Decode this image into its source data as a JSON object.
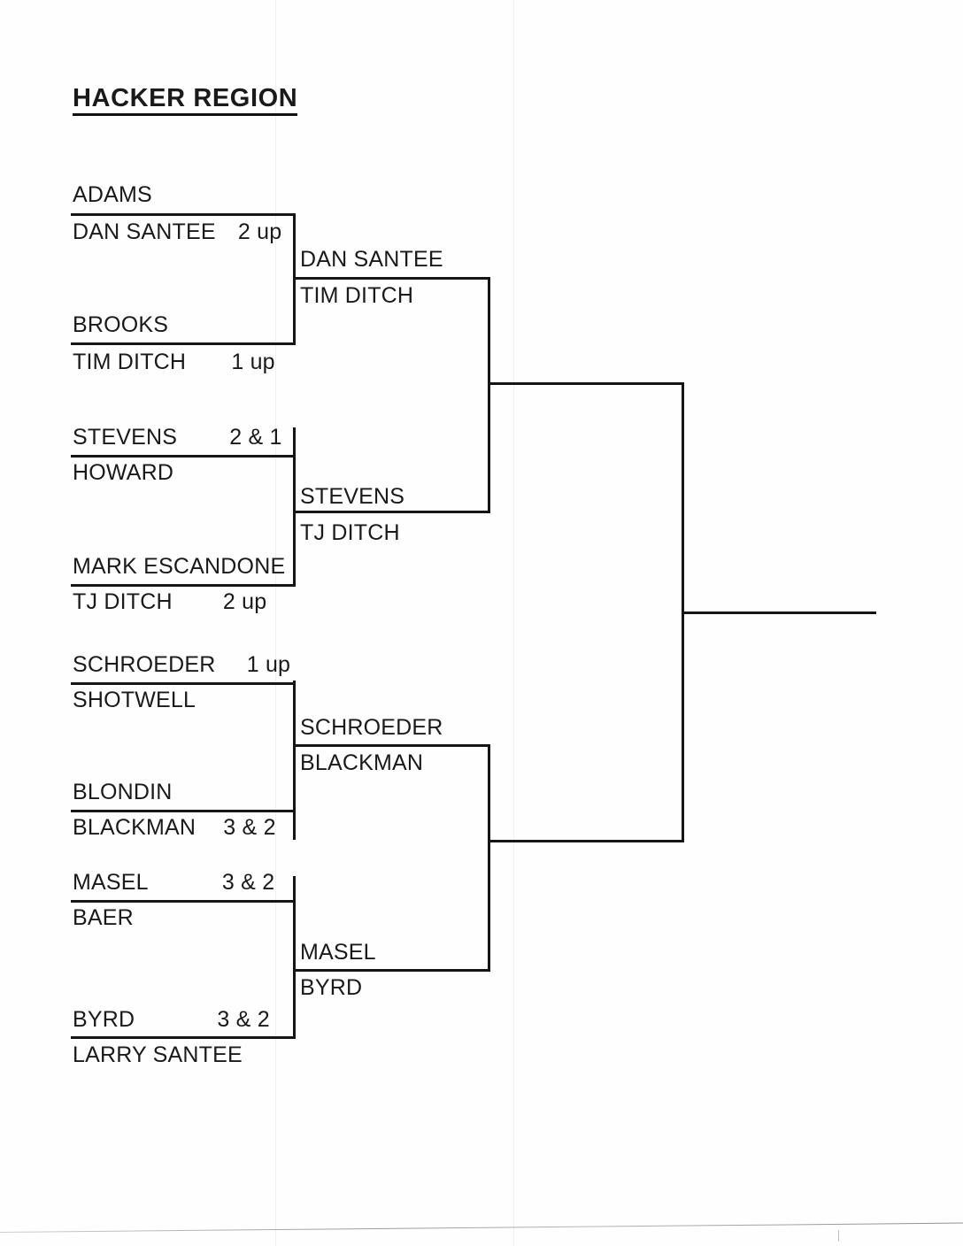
{
  "title": "HACKER REGION",
  "bracket": {
    "round1": [
      {
        "top_name": "ADAMS",
        "top_score": "",
        "bottom_name": "DAN SANTEE",
        "bottom_score": "2 up",
        "winner": "DAN SANTEE"
      },
      {
        "top_name": "BROOKS",
        "top_score": "",
        "bottom_name": "TIM DITCH",
        "bottom_score": "1 up",
        "winner": "TIM DITCH"
      },
      {
        "top_name": "STEVENS",
        "top_score": "2 & 1",
        "bottom_name": "HOWARD",
        "bottom_score": "",
        "winner": "STEVENS"
      },
      {
        "top_name": "MARK ESCANDONE",
        "top_score": "",
        "bottom_name": "TJ DITCH",
        "bottom_score": "2 up",
        "winner": "TJ DITCH"
      },
      {
        "top_name": "SCHROEDER",
        "top_score": "1 up",
        "bottom_name": "SHOTWELL",
        "bottom_score": "",
        "winner": "SCHROEDER"
      },
      {
        "top_name": "BLONDIN",
        "top_score": "",
        "bottom_name": "BLACKMAN",
        "bottom_score": "3 & 2",
        "winner": "BLACKMAN"
      },
      {
        "top_name": "MASEL",
        "top_score": "3 & 2",
        "bottom_name": "BAER",
        "bottom_score": "",
        "winner": "MASEL"
      },
      {
        "top_name": "BYRD",
        "top_score": "3 & 2",
        "bottom_name": "LARRY SANTEE",
        "bottom_score": "",
        "winner": "BYRD"
      }
    ],
    "round2": [
      {
        "top_name": "DAN SANTEE",
        "bottom_name": "TIM DITCH"
      },
      {
        "top_name": "STEVENS",
        "bottom_name": "TJ DITCH"
      },
      {
        "top_name": "SCHROEDER",
        "bottom_name": "BLACKMAN"
      },
      {
        "top_name": "MASEL",
        "bottom_name": "BYRD"
      }
    ],
    "round3": [
      {
        "top_name": "",
        "bottom_name": ""
      },
      {
        "top_name": "",
        "bottom_name": ""
      }
    ],
    "final": {
      "name": ""
    }
  }
}
